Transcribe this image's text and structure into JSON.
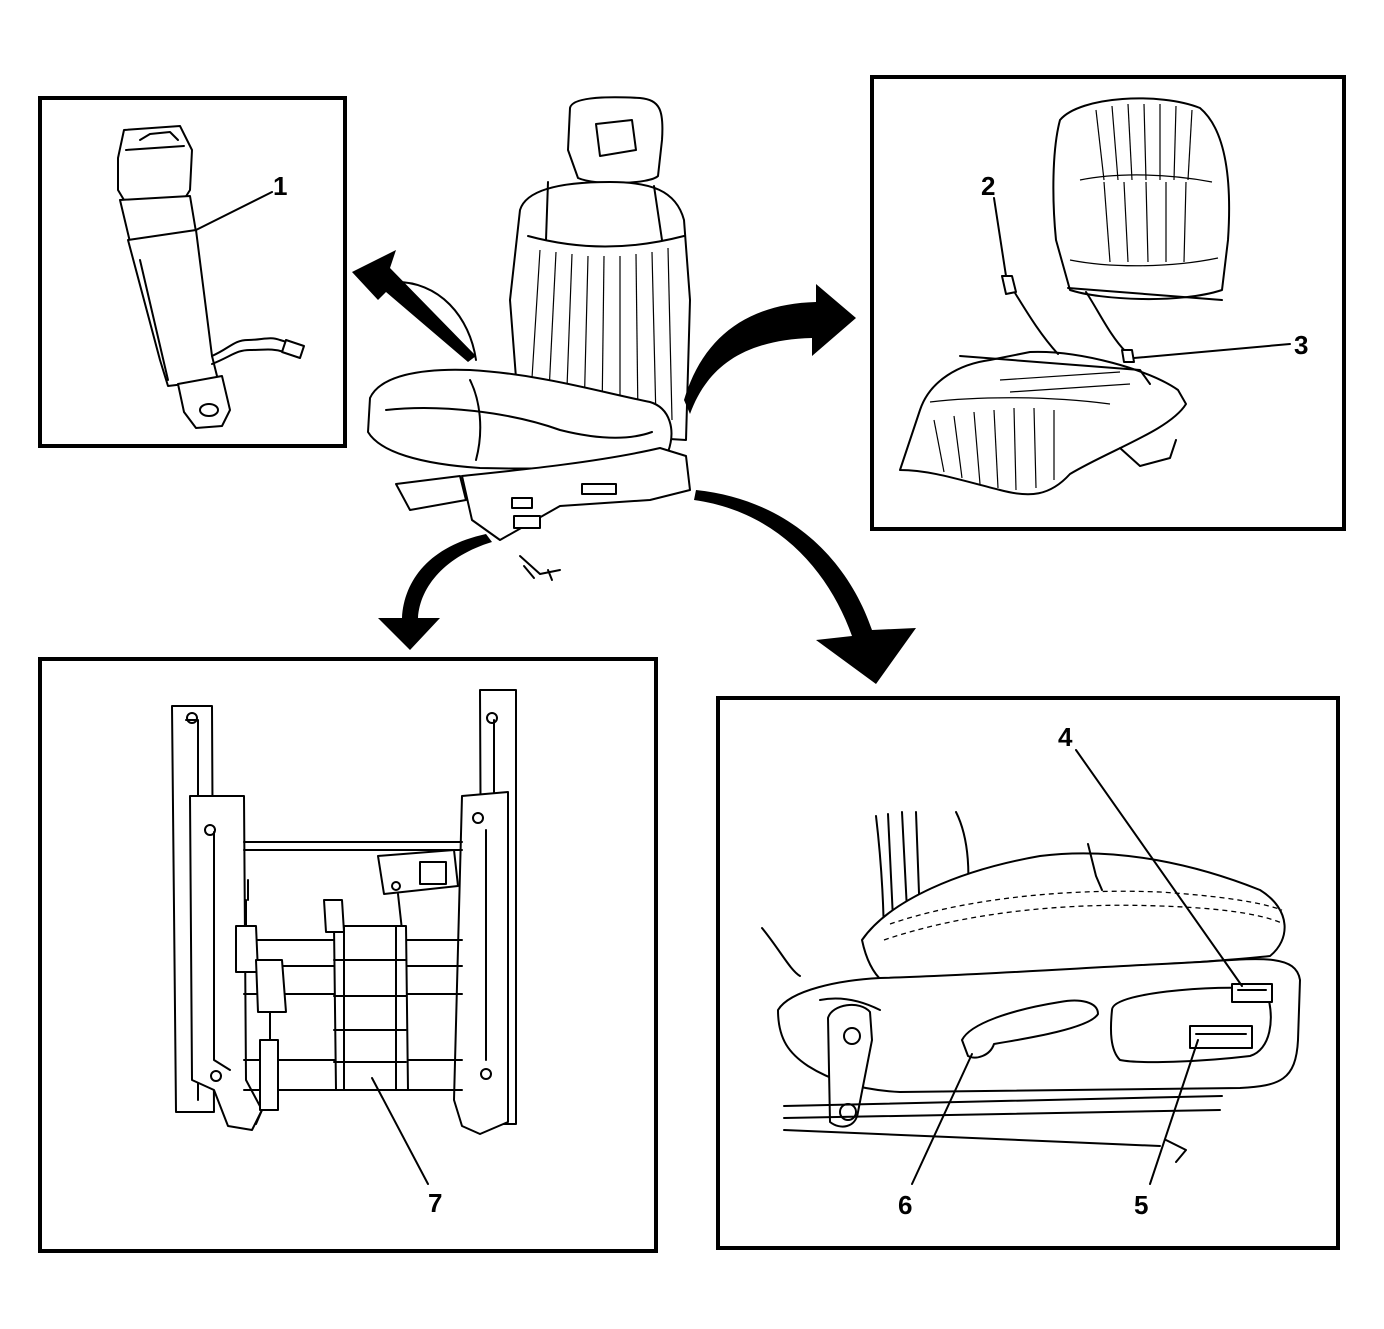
{
  "diagram": {
    "callouts": [
      {
        "id": "1",
        "label": "1"
      },
      {
        "id": "2",
        "label": "2"
      },
      {
        "id": "3",
        "label": "3"
      },
      {
        "id": "4",
        "label": "4"
      },
      {
        "id": "5",
        "label": "5"
      },
      {
        "id": "6",
        "label": "6"
      },
      {
        "id": "7",
        "label": "7"
      }
    ],
    "panels": [
      {
        "name": "seat-belt-buckle-panel",
        "icon": "seat-belt-buckle-icon"
      },
      {
        "name": "seat-cover-panel",
        "icon": "seat-cover-icon"
      },
      {
        "name": "seat-adjuster-panel",
        "icon": "seat-adjuster-frame-icon"
      },
      {
        "name": "seat-switch-panel",
        "icon": "seat-switch-icon"
      }
    ],
    "colors": {
      "line": "#000000",
      "background": "#ffffff"
    }
  }
}
